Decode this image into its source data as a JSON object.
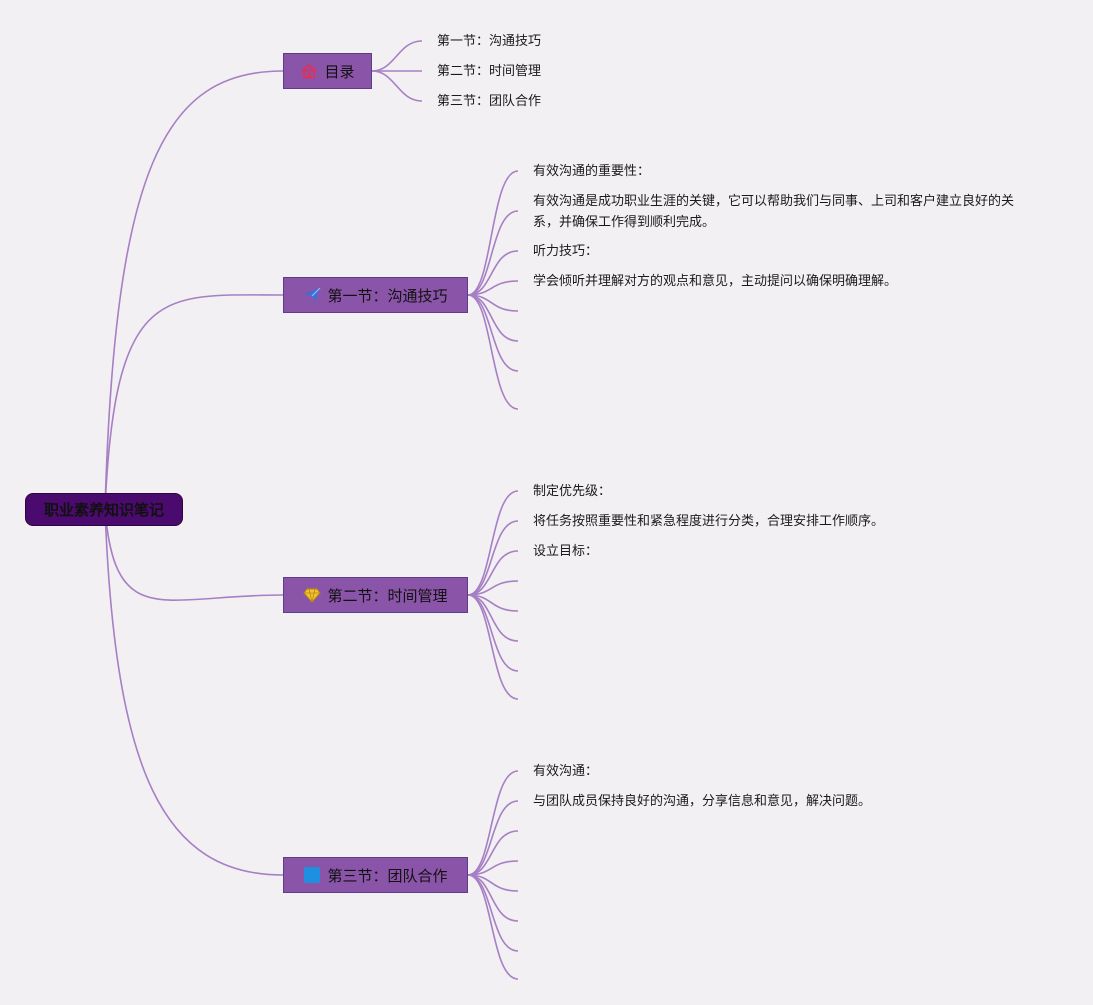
{
  "root": {
    "label": "职业素养知识笔记"
  },
  "branches": [
    {
      "label": "目录",
      "icon": "house-icon",
      "leaves": [
        "第一节：沟通技巧",
        "第二节：时间管理",
        "第三节：团队合作"
      ]
    },
    {
      "label": "第一节：沟通技巧",
      "icon": "paper-plane-icon",
      "leaves": [
        "有效沟通的重要性：",
        "有效沟通是成功职业生涯的关键，它可以帮助我们与同事、上司和客户建立良好的关系，并确保工作得到顺利完成。",
        "听力技巧：",
        "学会倾听并理解对方的观点和意见，主动提问以确保明确理解。"
      ]
    },
    {
      "label": "第二节：时间管理",
      "icon": "diamond-icon",
      "leaves": [
        "制定优先级：",
        "将任务按照重要性和紧急程度进行分类，合理安排工作顺序。",
        "设立目标："
      ]
    },
    {
      "label": "第三节：团队合作",
      "icon": "blue-square-icon",
      "leaves": [
        "有效沟通：",
        "与团队成员保持良好的沟通，分享信息和意见，解决问题。"
      ]
    }
  ],
  "colors": {
    "background": "#f2f0f3",
    "connector": "#a67fc4",
    "branch_fill": "#8a54a8",
    "root_fill": "#4b0a6e"
  }
}
